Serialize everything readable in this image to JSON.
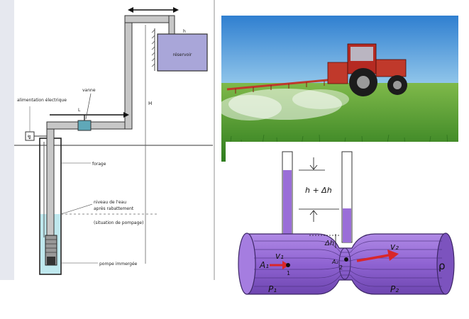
{
  "pump_diagram": {
    "reservoir_label": "réservoir",
    "height_label": "H",
    "length_label": "L",
    "valve_label": "vanne",
    "power_label": "alimentation électrique",
    "borehole_label": "forage",
    "water_level_line1": "niveau de l'eau",
    "water_level_line2": "après rabattement",
    "pumping_state": "(situation de pompage)",
    "pump_label": "pompe immergée",
    "small_h_label": "h"
  },
  "photo": {
    "subject": "tractor-sprayer-in-field"
  },
  "venturi": {
    "h_label": "h + Δh",
    "delta_h_label": "Δh",
    "v1_label": "v₁",
    "v2_label": "v₂",
    "a1_label": "A₁",
    "a2_label": "A₂",
    "p1_label": "P₁",
    "p2_label": "P₂",
    "rho_label": "ρ",
    "point1_label": "1",
    "point2_label": "2",
    "colors": {
      "fluid": "#8f63d2",
      "fluid_dark": "#5b3a8e",
      "arrow": "#d9262a"
    }
  }
}
